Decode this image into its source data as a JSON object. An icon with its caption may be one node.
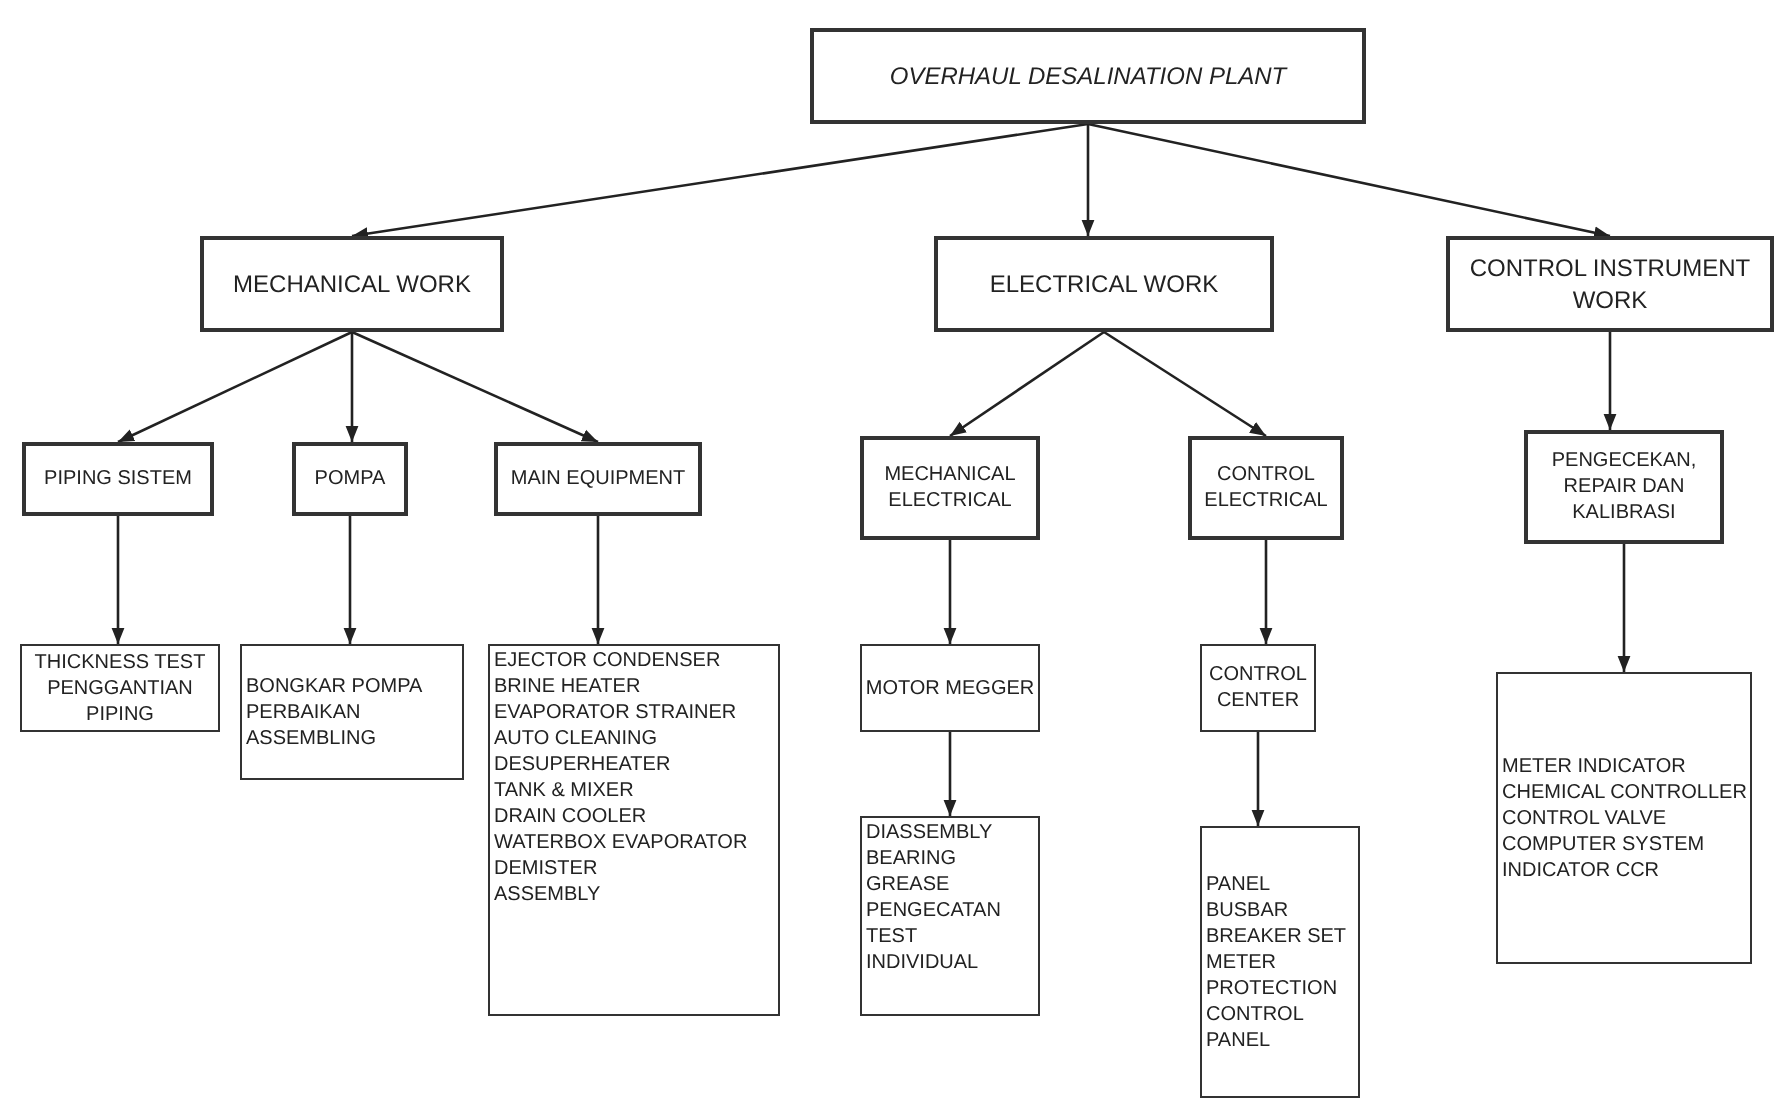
{
  "diagram": {
    "nodes": [
      {
        "text": [
          "OVERHAUL DESALINATION PLANT"
        ]
      },
      {
        "text": [
          "MECHANICAL WORK"
        ]
      },
      {
        "text": [
          "ELECTRICAL WORK"
        ]
      },
      {
        "text": [
          "CONTROL INSTRUMENT WORK"
        ]
      },
      {
        "text": [
          "PIPING SISTEM"
        ]
      },
      {
        "text": [
          "POMPA"
        ]
      },
      {
        "text": [
          "MAIN EQUIPMENT"
        ]
      },
      {
        "text": [
          "MECHANICAL ELECTRICAL"
        ]
      },
      {
        "text": [
          "CONTROL ELECTRICAL"
        ]
      },
      {
        "text": [
          "PENGECEKAN, REPAIR DAN KALIBRASI"
        ]
      },
      {
        "text": [
          "THICKNESS TEST",
          "PENGGANTIAN PIPING"
        ]
      },
      {
        "text": [
          "BONGKAR POMPA",
          "PERBAIKAN",
          "ASSEMBLING"
        ]
      },
      {
        "text": [
          "EJECTOR CONDENSER",
          "BRINE HEATER",
          "EVAPORATOR STRAINER",
          "AUTO CLEANING",
          "DESUPERHEATER",
          "TANK & MIXER",
          "DRAIN COOLER",
          "WATERBOX EVAPORATOR",
          "DEMISTER",
          "ASSEMBLY"
        ]
      },
      {
        "text": [
          "MOTOR MEGGER"
        ]
      },
      {
        "text": [
          "CONTROL CENTER"
        ]
      },
      {
        "text": [
          "DIASSEMBLY",
          "BEARING",
          "GREASE",
          "PENGECATAN",
          "TEST",
          "INDIVIDUAL"
        ]
      },
      {
        "text": [
          "PANEL",
          "BUSBAR",
          "BREAKER SET",
          "METER",
          "PROTECTION",
          "CONTROL PANEL"
        ]
      },
      {
        "text": [
          "METER INDICATOR",
          "CHEMICAL CONTROLLER",
          "CONTROL VALVE",
          "COMPUTER SYSTEM",
          "INDICATOR CCR"
        ]
      }
    ],
    "edges": [
      {
        "from": 0,
        "to": 1,
        "arrow": "to"
      },
      {
        "from": 0,
        "to": 2,
        "arrow": "to"
      },
      {
        "from": 0,
        "to": 3,
        "arrow": "to"
      },
      {
        "from": 1,
        "to": 4,
        "arrow": "to"
      },
      {
        "from": 1,
        "to": 5,
        "arrow": "to"
      },
      {
        "from": 1,
        "to": 6,
        "arrow": "to"
      },
      {
        "from": 2,
        "to": 7,
        "arrow": "to"
      },
      {
        "from": 2,
        "to": 8,
        "arrow": "to"
      },
      {
        "from": 3,
        "to": 9,
        "arrow": "to"
      },
      {
        "from": 4,
        "to": 10,
        "arrow": "to"
      },
      {
        "from": 5,
        "to": 11,
        "arrow": "to"
      },
      {
        "from": 6,
        "to": 12,
        "arrow": "to"
      },
      {
        "from": 7,
        "to": 13,
        "arrow": "to"
      },
      {
        "from": 8,
        "to": 14,
        "arrow": "to"
      },
      {
        "from": 13,
        "to": 15,
        "arrow": "to"
      },
      {
        "from": 14,
        "to": 16,
        "arrow": "to"
      },
      {
        "from": 9,
        "to": 17,
        "arrow": "to"
      }
    ]
  }
}
